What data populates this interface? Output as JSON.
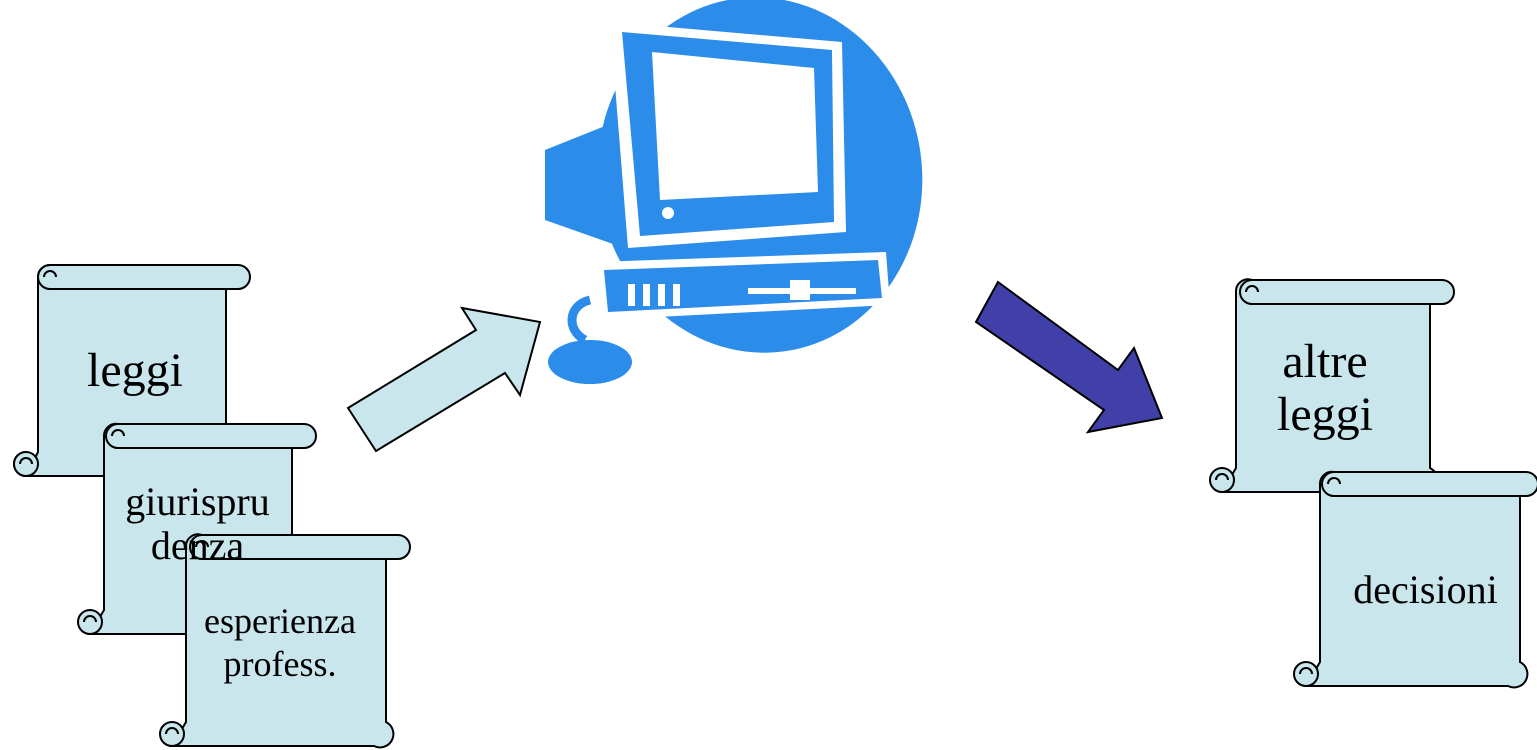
{
  "inputs": {
    "leggi": "leggi",
    "giurisprudenza_line1": "giurispru",
    "giurisprudenza_line2": "denza",
    "esperienza_line1": "esperienza",
    "esperienza_line2": "profess."
  },
  "outputs": {
    "altre_leggi_line1": "altre",
    "altre_leggi_line2": "leggi",
    "decisioni": "decisioni"
  },
  "icons": {
    "center": "computer-icon",
    "input_arrow": "arrow-up-right-icon",
    "output_arrow": "arrow-down-right-icon"
  },
  "colors": {
    "scroll_fill": "#c8e6ec",
    "scroll_stroke": "#000000",
    "computer_blue": "#2b8de9",
    "input_arrow_fill": "#c8e6ec",
    "output_arrow_fill": "#4040a8"
  }
}
